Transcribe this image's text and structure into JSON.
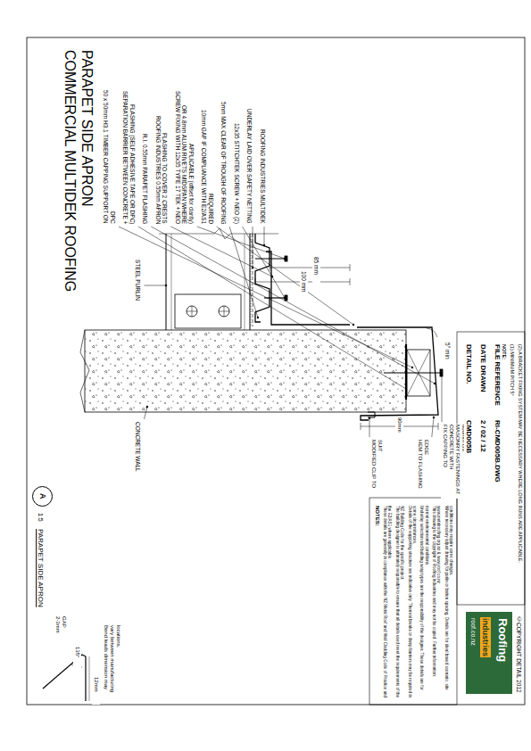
{
  "diagram": {
    "title": "COMMERCIAL MULTIDEK ROOFING PARAPET SIDE APRON",
    "nodes": [
      {
        "text": [
          "A"
        ]
      },
      {
        "text": [
          "Roofing",
          "industries",
          "roof.co.nz"
        ]
      }
    ],
    "labels": [
      "50 x 50mm H3.1 TIMBER CAPPING SUPPORT ON DPC",
      "SEPARATION BARRIER BETWEEN CONCRETE + FLASHING (SELF ADHESIVE TAPE OR DPC)",
      "R.I. 0.55mm PARAPET FLASHING",
      "ROOFING INDUSTRIES 0.55mm APRON FLASHING TO COVER 2 CRESTS",
      "SCREW FIXING WITH 12x35 TYPE 17 TEK + NEO OR 4.8mm ALUM RIVETS MIDSPAN WHERE APPLICABLE (offset for clarity)",
      "10mm GAP IF COMPLIANCE WITH E2/AS1 REQUIRED",
      "5mm MAX CLEAR OF TROUGH OF ROOFING",
      "12x35 STITCHTEK SCREW + NEO (2)",
      "UNDERLAY LAID OVER SAFETY NETTING",
      "ROOFING INDUSTRIES MULTIDEK",
      "STEEL PURLIN",
      "CONCRETE WALL",
      "100 mm",
      "85 mm",
      "5° min",
      "HEM TO FLASHING EDGE",
      "MODIFIED CLIP TO SUIT",
      "90mm",
      "FIX CAPPING TO CONCRETE WITH MASONRY FASTENINGS AT 600mm crs",
      "DETAIL NO.",
      "CMD005B",
      "DATE DRAWN",
      "2 / 02 / 12",
      "FILE REFERENCE",
      "RI-CMD005B.DWG",
      "NOTE:",
      "(1) MINIMUM PITCH 5°",
      "(2) A BRACKET FIXING SYSTEM MAY BE NECESSARY WHERE LONG RUNS ARE APPLICABLE.",
      "NOTES:",
      "These details are generally in compliance with the NZ Metal Roof and Wall Cladding Code of Practice and the E2/AS1 where applicable.",
      "The building designer is ultimately responsible to ensure that all details used meet the requirements of the NZ Building Code for the specific project.",
      "Details of the supporting structure are indicative only. Thermal breaks or damp barriers may be required in some circumstances.",
      "Underlay selection and building wrap types are the responsibility of the designer. These details are for normal environmental conditions.",
      "This drawing is the copyright of Roofing Industries and may not be copied. Further information: www.metalroofing.org.nz & www.roof.co.nz",
      "Where necessary adjust drawing for purlin or batten spacing. Details are for ideal based scenario, site conditions may require some changes.",
      "1:5",
      "PARAPET SIDE APRON",
      "2-3mm GAP",
      "135°",
      "12mm",
      "Bend leads dimension may vary between manufacturing locations.",
      "©COPYRIGHT DETAIL 2012"
    ]
  }
}
